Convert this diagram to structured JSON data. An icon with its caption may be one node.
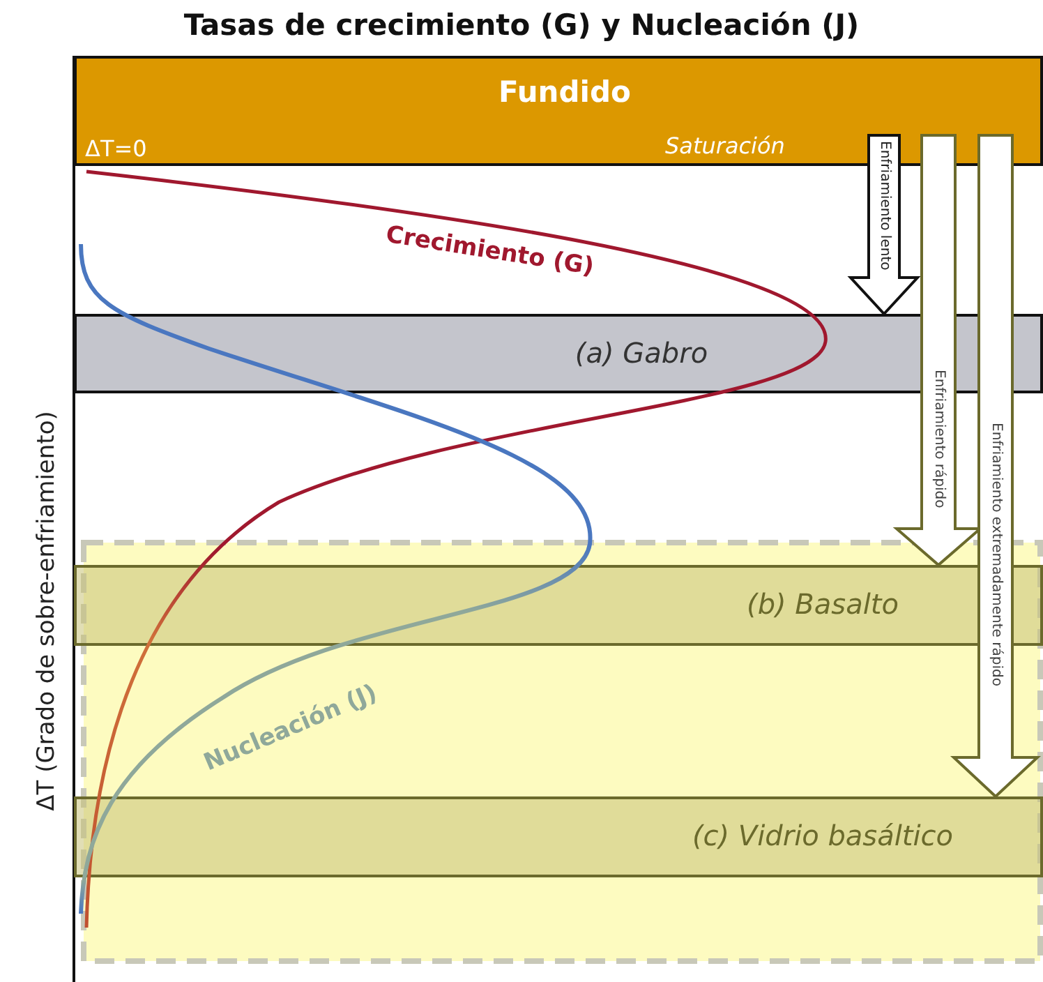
{
  "diagram": {
    "title": "Tasas de crecimiento (G) y Nucleación (J)",
    "nodes": [
      {
        "text": [
          "Fundido",
          "ΔT=0",
          "Saturación"
        ]
      },
      {
        "text": [
          "(a) Gabro"
        ]
      },
      {
        "text": [
          "(b) Basalto"
        ]
      },
      {
        "text": [
          "(c) Vidrio basáltico"
        ]
      }
    ],
    "edges": [
      {
        "from": 0,
        "to": 1,
        "arrow": "to",
        "label": "Enfriamiento lento"
      },
      {
        "from": 0,
        "to": 2,
        "arrow": "to",
        "label": "Enfriamiento rápido"
      },
      {
        "from": 0,
        "to": 3,
        "arrow": "to",
        "label": "Enfriamiento extremadamente rápido"
      }
    ],
    "labels": [
      "Crecimiento (G)",
      "ΔT (Grado de sobre-enfriamiento)",
      "Nucleación (J)"
    ]
  }
}
